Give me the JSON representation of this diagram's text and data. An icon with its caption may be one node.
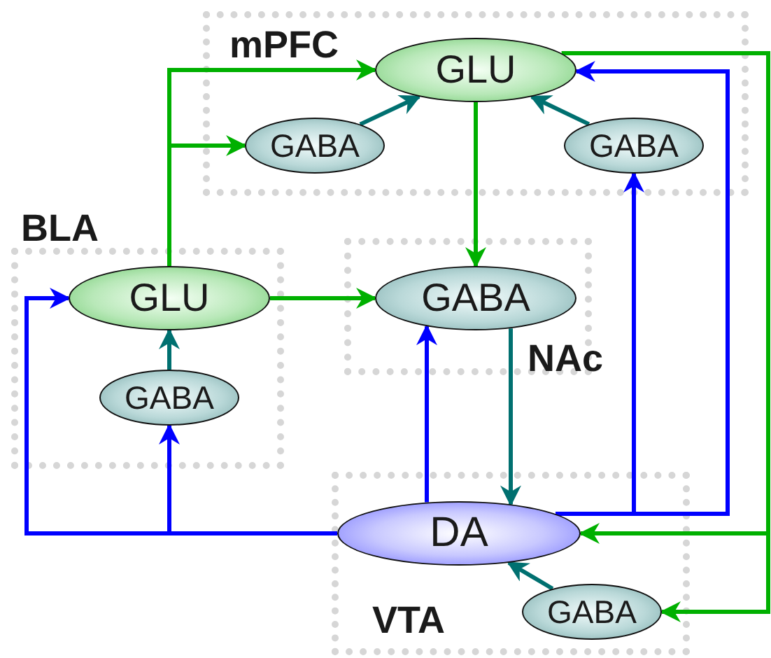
{
  "diagram": {
    "nodes": [
      {
        "text": [
          "mPFC"
        ]
      },
      {
        "text": [
          "GLU"
        ],
        "in": 0
      },
      {
        "text": [
          "GABA"
        ],
        "in": 0
      },
      {
        "text": [
          "GABA"
        ],
        "in": 0
      },
      {
        "text": [
          "BLA"
        ]
      },
      {
        "text": [
          "GLU"
        ],
        "in": 4
      },
      {
        "text": [
          "GABA"
        ],
        "in": 4
      },
      {
        "text": [
          "NAc"
        ]
      },
      {
        "text": [
          "GABA"
        ],
        "in": 7
      },
      {
        "text": [
          "VTA"
        ]
      },
      {
        "text": [
          "DA"
        ],
        "in": 9
      },
      {
        "text": [
          "GABA"
        ],
        "in": 9
      }
    ],
    "edges": [
      {
        "from": 5,
        "to": 1,
        "arrow": "to"
      },
      {
        "from": 5,
        "to": 2,
        "arrow": "to"
      },
      {
        "from": 5,
        "to": 8,
        "arrow": "to"
      },
      {
        "from": 2,
        "to": 1,
        "arrow": "to",
        "color": "#007070"
      },
      {
        "from": 3,
        "to": 1,
        "arrow": "to",
        "color": "#007070"
      },
      {
        "from": 1,
        "to": 8,
        "arrow": "to"
      },
      {
        "from": 1,
        "to": 10,
        "arrow": "to"
      },
      {
        "from": 1,
        "to": 11,
        "arrow": "to"
      },
      {
        "from": 10,
        "to": 1,
        "arrow": "to",
        "color": "#0000ff"
      },
      {
        "from": 10,
        "to": 3,
        "arrow": "to",
        "color": "#0000ff"
      },
      {
        "from": 10,
        "to": 5,
        "arrow": "to",
        "color": "#0000ff"
      },
      {
        "from": 10,
        "to": 6,
        "arrow": "to",
        "color": "#0000ff"
      },
      {
        "from": 10,
        "to": 8,
        "arrow": "to",
        "color": "#0000ff"
      },
      {
        "from": 8,
        "to": 10,
        "arrow": "to",
        "color": "#007070"
      },
      {
        "from": 6,
        "to": 5,
        "arrow": "to",
        "color": "#007070"
      },
      {
        "from": 11,
        "to": 10,
        "arrow": "to",
        "color": "#007070"
      }
    ]
  }
}
